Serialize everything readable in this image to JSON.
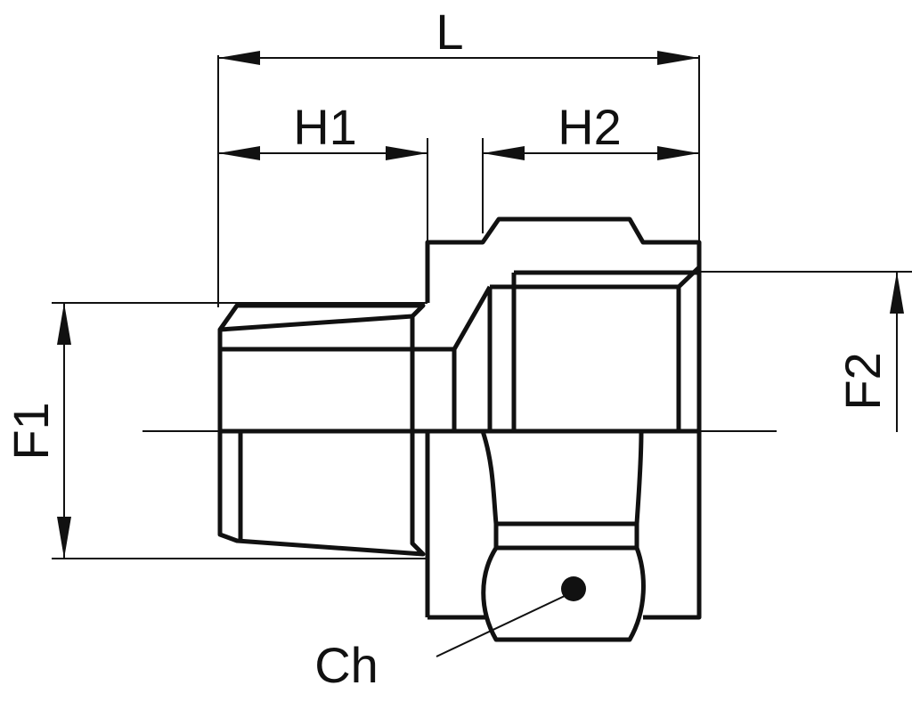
{
  "diagram": {
    "labels": {
      "L": "L",
      "H1": "H1",
      "H2": "H2",
      "F1": "F1",
      "F2": "F2",
      "Ch": "Ch"
    },
    "colors": {
      "line": "#111111",
      "background": "#ffffff"
    }
  }
}
